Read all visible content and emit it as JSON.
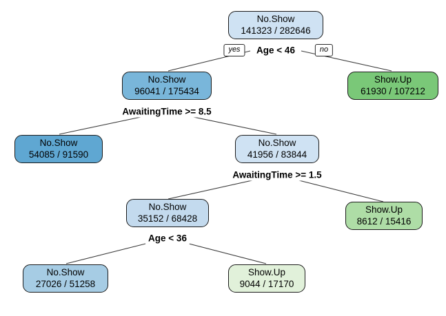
{
  "figure": {
    "type": "decision-tree",
    "target_variable_classes": [
      "No.Show",
      "Show.Up"
    ],
    "branch_yes_label": "yes",
    "branch_no_label": "no"
  },
  "colors": {
    "blue_light": "#cfe2f3",
    "blue_medium": "#79b6da",
    "blue_dark": "#5fa7d2",
    "green_medium": "#7ac878",
    "green_light": "#aedda6",
    "green_pale": "#e1f1da",
    "edge": "#3c3c3c"
  },
  "nodes": [
    {
      "label": "No.Show",
      "counts": "141323 / 282646",
      "color": "#cfe2f3",
      "split": "Age < 46",
      "children": [
        1,
        2
      ]
    },
    {
      "label": "No.Show",
      "counts": "96041 / 175434",
      "color": "#79b6da",
      "split": "AwaitingTime >= 8.5",
      "children": [
        3,
        4
      ]
    },
    {
      "label": "Show.Up",
      "counts": "61930 / 107212",
      "color": "#7ac878",
      "split": "",
      "children": []
    },
    {
      "label": "No.Show",
      "counts": "54085 / 91590",
      "color": "#5fa7d2",
      "split": "",
      "children": []
    },
    {
      "label": "No.Show",
      "counts": "41956 / 83844",
      "color": "#cfe2f3",
      "split": "AwaitingTime >= 1.5",
      "children": [
        5,
        6
      ]
    },
    {
      "label": "No.Show",
      "counts": "35152 / 68428",
      "color": "#c3daee",
      "split": "Age < 36",
      "children": [
        7,
        8
      ]
    },
    {
      "label": "Show.Up",
      "counts": "8612 / 15416",
      "color": "#aedda6",
      "split": "",
      "children": []
    },
    {
      "label": "No.Show",
      "counts": "27026 / 51258",
      "color": "#a6cce4",
      "split": "",
      "children": []
    },
    {
      "label": "Show.Up",
      "counts": "9044 / 17170",
      "color": "#e1f1da",
      "split": "",
      "children": []
    }
  ]
}
